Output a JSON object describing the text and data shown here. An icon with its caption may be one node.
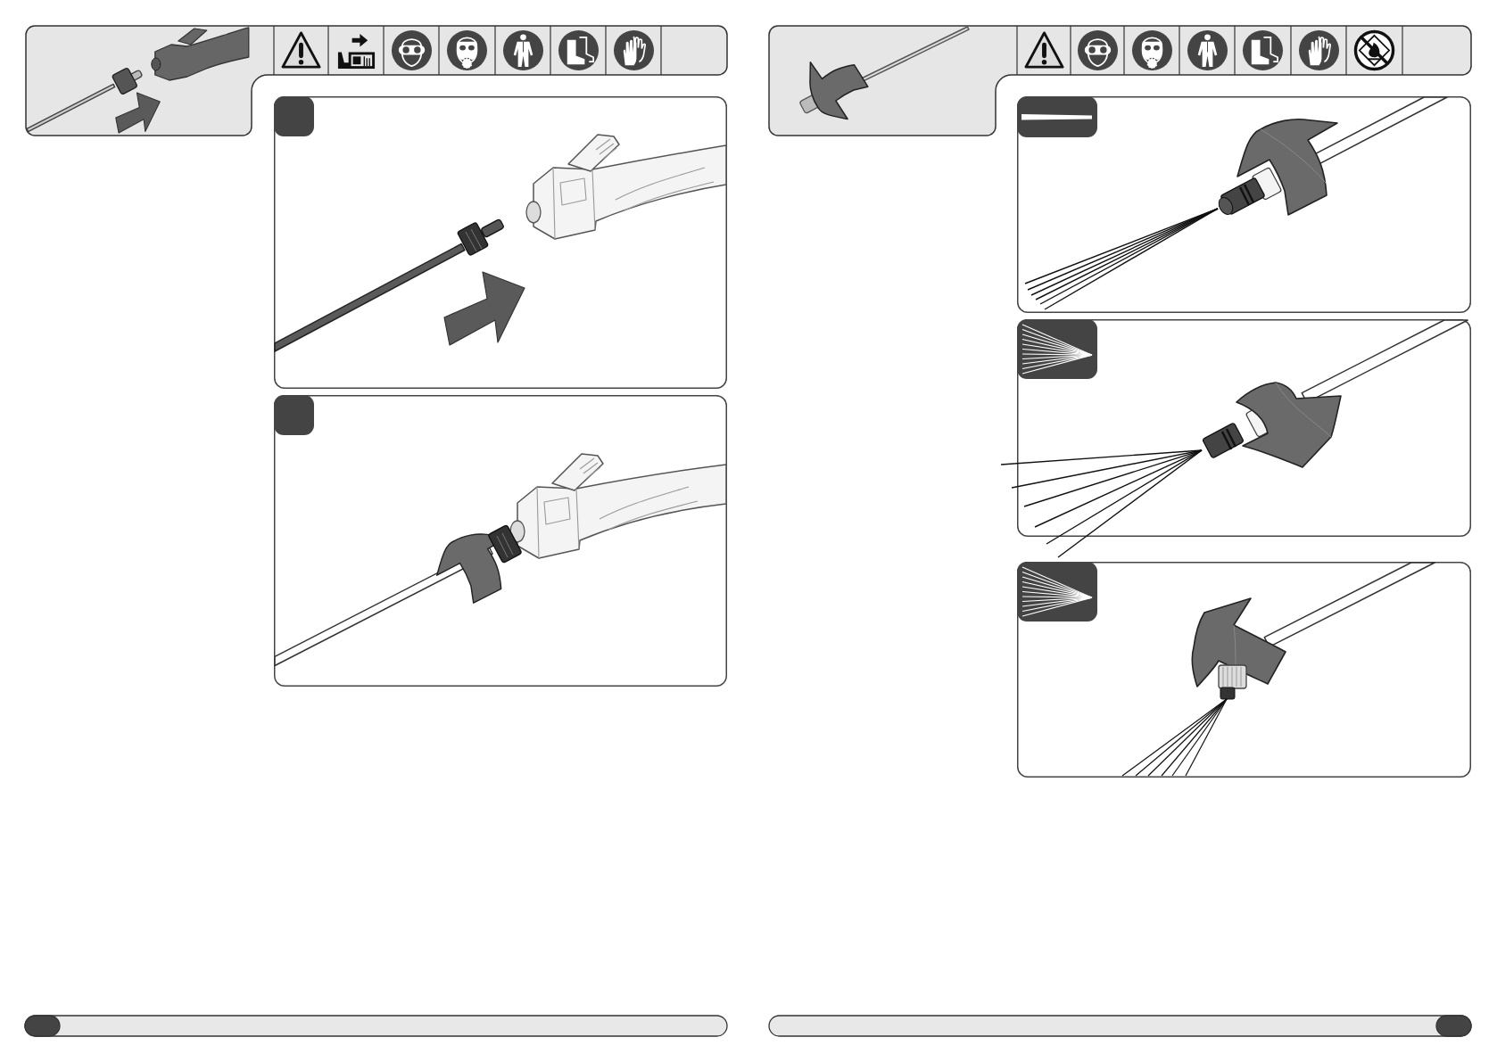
{
  "diagram": {
    "nodes": [
      {
        "text": [],
        "shape": "box"
      },
      {
        "text": [],
        "shape": "box"
      },
      {
        "text": [],
        "shape": "box",
        "in": 1
      },
      {
        "text": [],
        "shape": "box"
      },
      {
        "text": [],
        "shape": "box",
        "in": 3
      },
      {
        "text": [],
        "shape": "box"
      },
      {
        "text": [],
        "shape": "box"
      },
      {
        "text": [],
        "shape": "picture",
        "in": 6
      },
      {
        "text": [],
        "shape": "box"
      },
      {
        "text": [],
        "shape": "picture",
        "in": 8
      },
      {
        "text": [],
        "shape": "box"
      },
      {
        "text": [],
        "shape": "picture",
        "in": 10
      }
    ]
  }
}
